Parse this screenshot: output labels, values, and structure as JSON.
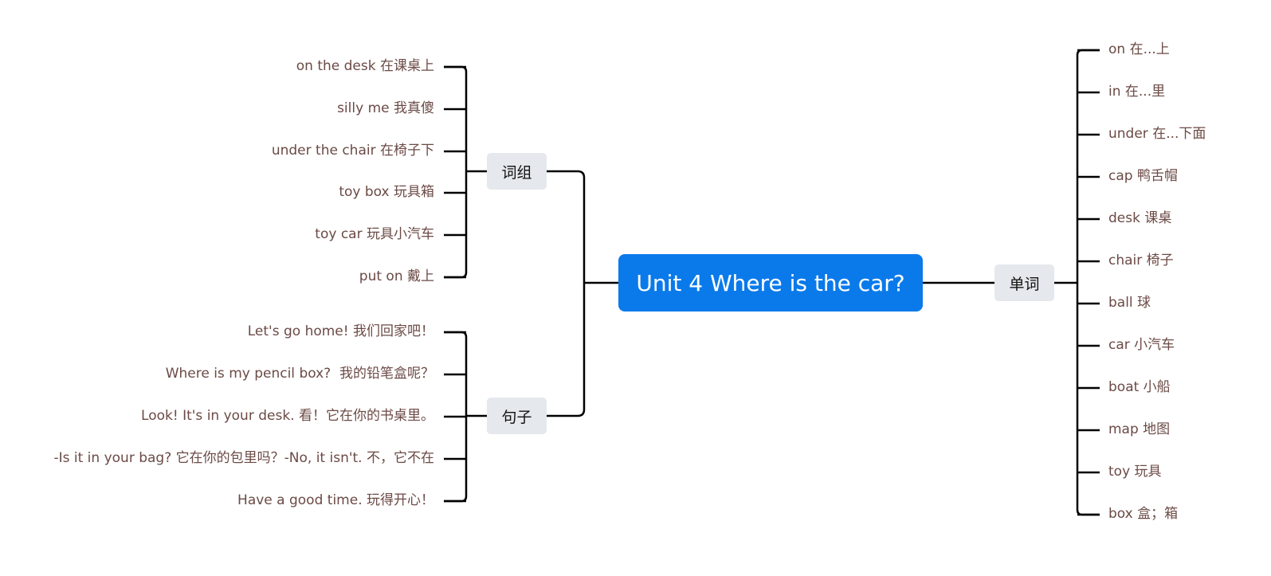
{
  "root": {
    "label": "Unit 4 Where is the car?"
  },
  "branches": {
    "phrases": {
      "label": "词组",
      "items": [
        "on the desk 在课桌上",
        "silly me 我真傻",
        "under the chair 在椅子下",
        "toy box 玩具箱",
        "toy car 玩具小汽车",
        "put on 戴上"
      ]
    },
    "sentences": {
      "label": "句子",
      "items": [
        "Let's go home! 我们回家吧！",
        "Where is my pencil box?  我的铅笔盒呢？",
        "Look! It's in your desk. 看！它在你的书桌里。",
        "-Is it in your bag? 它在你的包里吗？-No, it isn't. 不，它不在",
        "Have a good time. 玩得开心！"
      ]
    },
    "words": {
      "label": "单词",
      "items": [
        "on 在...上",
        "in 在...里",
        "under 在...下面",
        "cap 鸭舌帽",
        "desk 课桌",
        "chair 椅子",
        "ball 球",
        "car 小汽车",
        "boat 小船",
        "map 地图",
        "toy 玩具",
        "box 盒；箱"
      ]
    }
  },
  "colors": {
    "root": "#0a7aeb",
    "branch_bg": "#e5e8ec",
    "leaf_text": "#6b4a45",
    "line": "#000000"
  }
}
